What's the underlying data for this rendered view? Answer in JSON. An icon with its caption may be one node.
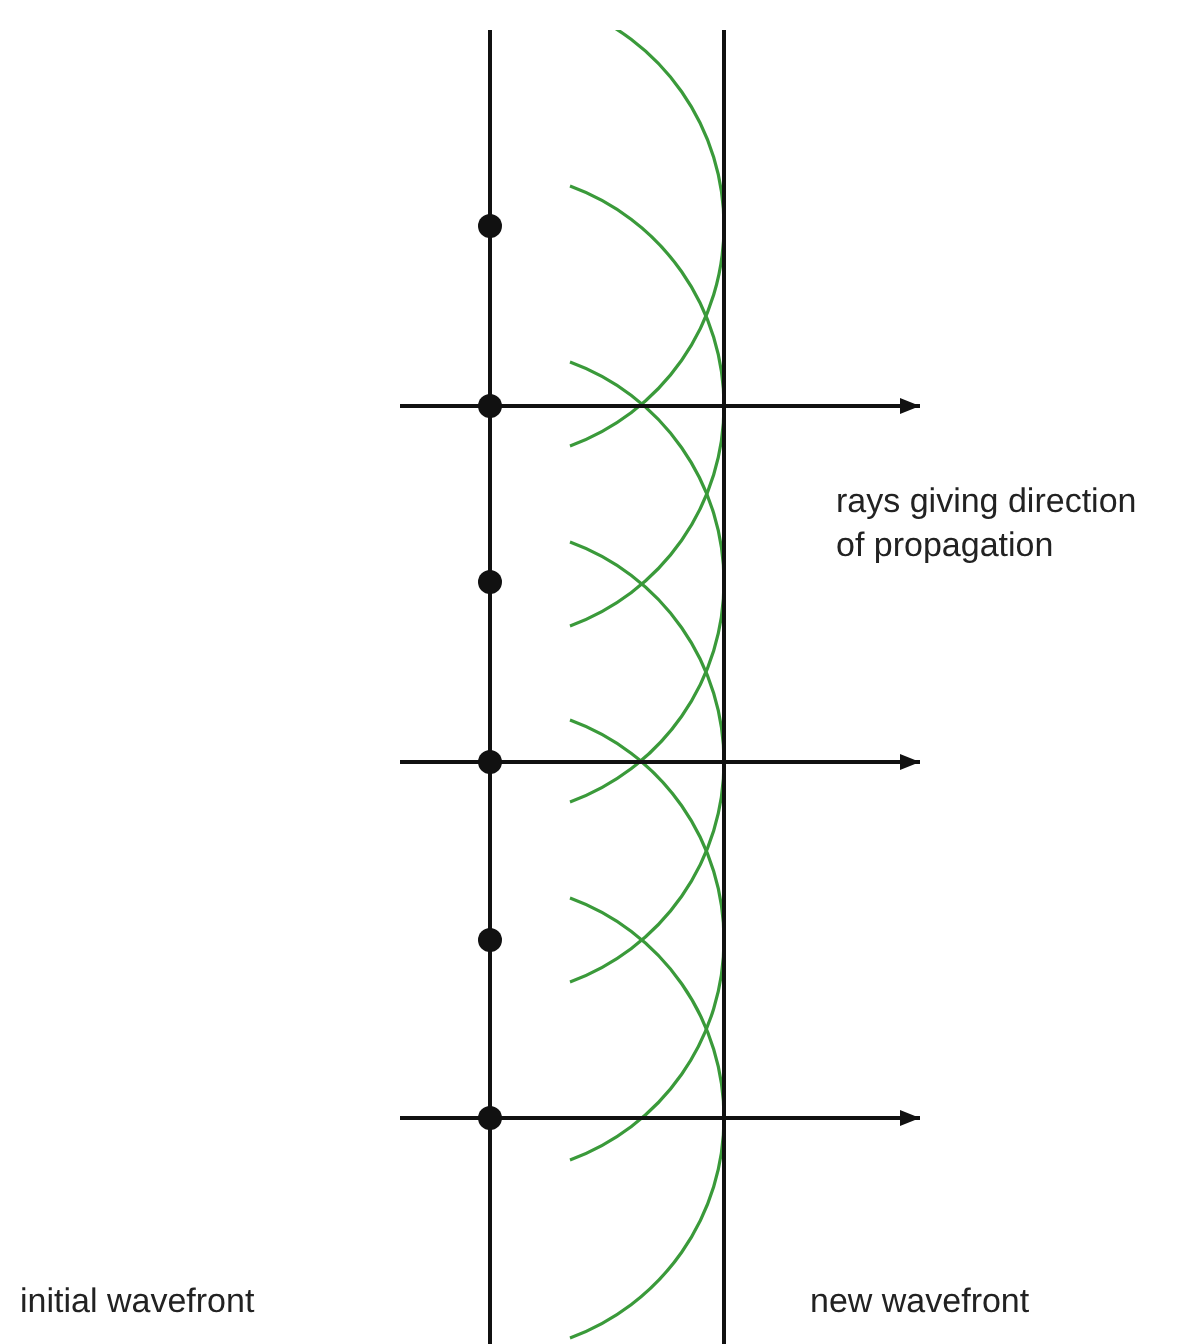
{
  "diagram": {
    "labels": [
      "rays giving direction of propagation",
      "initial wavefront",
      "new wavefront"
    ]
  }
}
